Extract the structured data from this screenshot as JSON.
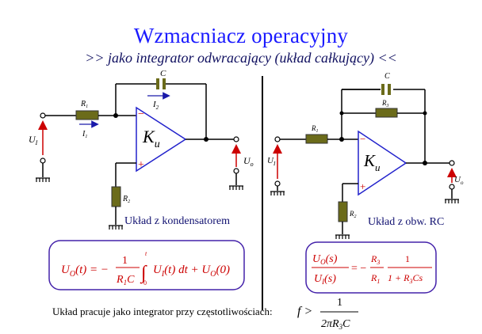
{
  "title": "Wzmacniacz operacyjny",
  "subtitle": ">> jako integrator odwracający (układ całkujący) <<",
  "left_circuit": {
    "caption": "Układ z kondensatorem",
    "labels": {
      "capacitor": "C",
      "current_i2": "I",
      "current_i2_sub": "2",
      "resistor_r1": "R",
      "resistor_r1_sub": "1",
      "current_i1": "I",
      "current_i1_sub": "1",
      "input": "U",
      "input_sub": "I",
      "gain": "K",
      "gain_sub": "u",
      "resistor_r2": "R",
      "resistor_r2_sub": "2",
      "output": "U",
      "output_sub": "o",
      "minus": "−",
      "plus": "+"
    },
    "formula": "U_O(t) = −1/(R_1 C) ∫_0^t U_I(t) dt + U_O(0)"
  },
  "right_circuit": {
    "caption": "Układ z obw. RC",
    "labels": {
      "capacitor": "C",
      "resistor_r3": "R",
      "resistor_r3_sub": "3",
      "resistor_r1": "R",
      "resistor_r1_sub": "1",
      "input": "U",
      "input_sub": "I",
      "gain": "K",
      "gain_sub": "u",
      "resistor_r2": "R",
      "resistor_r2_sub": "2",
      "output": "U",
      "output_sub": "o",
      "minus": "−",
      "plus": "+"
    },
    "formula": "U_O(s)/U_I(s) = −(R_3/R_1) · 1/(1+R_3 C s)"
  },
  "note": "Układ pracuje jako integrator przy częstotliwościach:",
  "condition": "f > 1/(2πR_3 C)",
  "colors": {
    "title": "#1a1aff",
    "subtitle": "#101060",
    "wire": "#000000",
    "resistor_fill": "#6b6b1a",
    "capacitor_fill": "#6b6b1a",
    "arrow": "#cc0000",
    "opamp": "#2222cc",
    "formula_border": "#4422aa",
    "formula_text": "#cc0000"
  }
}
